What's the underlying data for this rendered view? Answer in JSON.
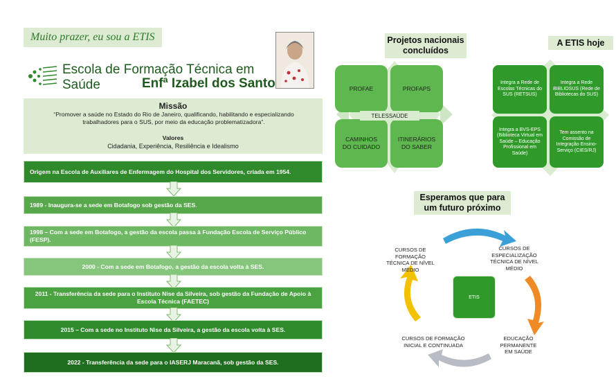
{
  "header": {
    "greeting": "Muito prazer, eu sou a ETIS",
    "school_name": "Escola de Formação Técnica em Saúde",
    "school_subname": "Enfª Izabel dos Santos"
  },
  "mission": {
    "title": "Missão",
    "text": "“Promover a saúde no Estado do Rio de Janeiro, qualificando, habilitando e especializando trabalhadores para o SUS, por meio da educação problematizadora”.",
    "values_title": "Valores",
    "values_text": "Cidadania, Experiência, Resiliência e Idealismo"
  },
  "timeline": [
    {
      "text": "Origem na Escola de Auxiliares de Enfermagem do Hospital dos Servidores, criada em 1954.",
      "color": "#2f8a2c"
    },
    {
      "text": "1989 - Inaugura-se a sede em Botafogo sob gestão da SES.",
      "color": "#56a84a"
    },
    {
      "text": "1998 – Com a sede em Botafogo, a gestão da escola passa à Fundação Escola de Serviço Público (FESP).",
      "color": "#6eb864"
    },
    {
      "text": "2000 - Com a sede em Botafogo, a gestão da escola volta à SES.",
      "color": "#86c57c"
    },
    {
      "text": "2011 - Transferência da sede para o Instituto Nise da Silveira, sob gestão da Fundação de Apoio à Escola Técnica (FAETEC)",
      "color": "#4aa240"
    },
    {
      "text": "2015 – Com a sede no Instituto Nise da Silveira, a gestão da escola volta à SES.",
      "color": "#2f8a2c"
    },
    {
      "text": "2022 - Transferência da sede para o IASERJ Maracanã, sob gestão da SES.",
      "color": "#1f6e1f"
    }
  ],
  "projects": {
    "title": "Projetos nacionais concluídos",
    "items": [
      "PROFAE",
      "PROFAPS",
      "CAMINHOS DO CUIDADO",
      "ITINERÁRIOS DO SABER"
    ],
    "center": "TELESSAÚDE"
  },
  "today": {
    "title": "A  ETIS hoje",
    "items": [
      "Integra a Rede de Escolas Técnicas do SUS (RETSUS)",
      "Integra a Rede BIBLIOSUS (Rede de Bibliotecas do SUS)",
      "Integra a BVS-EPS (Biblioteca Virtual em Saúde – Educação Profissional em Saúde)",
      "Tem assento na Comissão de Integração Ensino-Serviço (CIES/RJ)"
    ]
  },
  "future": {
    "title": "Esperamos que para um futuro próximo",
    "center": "ETIS",
    "items": [
      "CURSOS DE ESPECIALIZAÇÃO TÉCNICA DE NÍVEL MÉDIO",
      "EDUCAÇÃO PERMANENTE EM SAÚDE",
      "CURSOS DE FORMAÇÃO INICIAL E CONTINUADA",
      "CURSOS DE FORMAÇÃO TÉCNICA DE NÍVEL MÉDIO"
    ]
  },
  "colors": {
    "light_green": "#dcebd2",
    "dark_green": "#1e5a1e",
    "quad_green": "#5fb84f",
    "today_green": "#2f9a2a",
    "arrow_blue": "#3b9fd8",
    "arrow_orange": "#f08a24",
    "arrow_gray": "#b8bcc4",
    "arrow_yellow": "#f2c200"
  }
}
